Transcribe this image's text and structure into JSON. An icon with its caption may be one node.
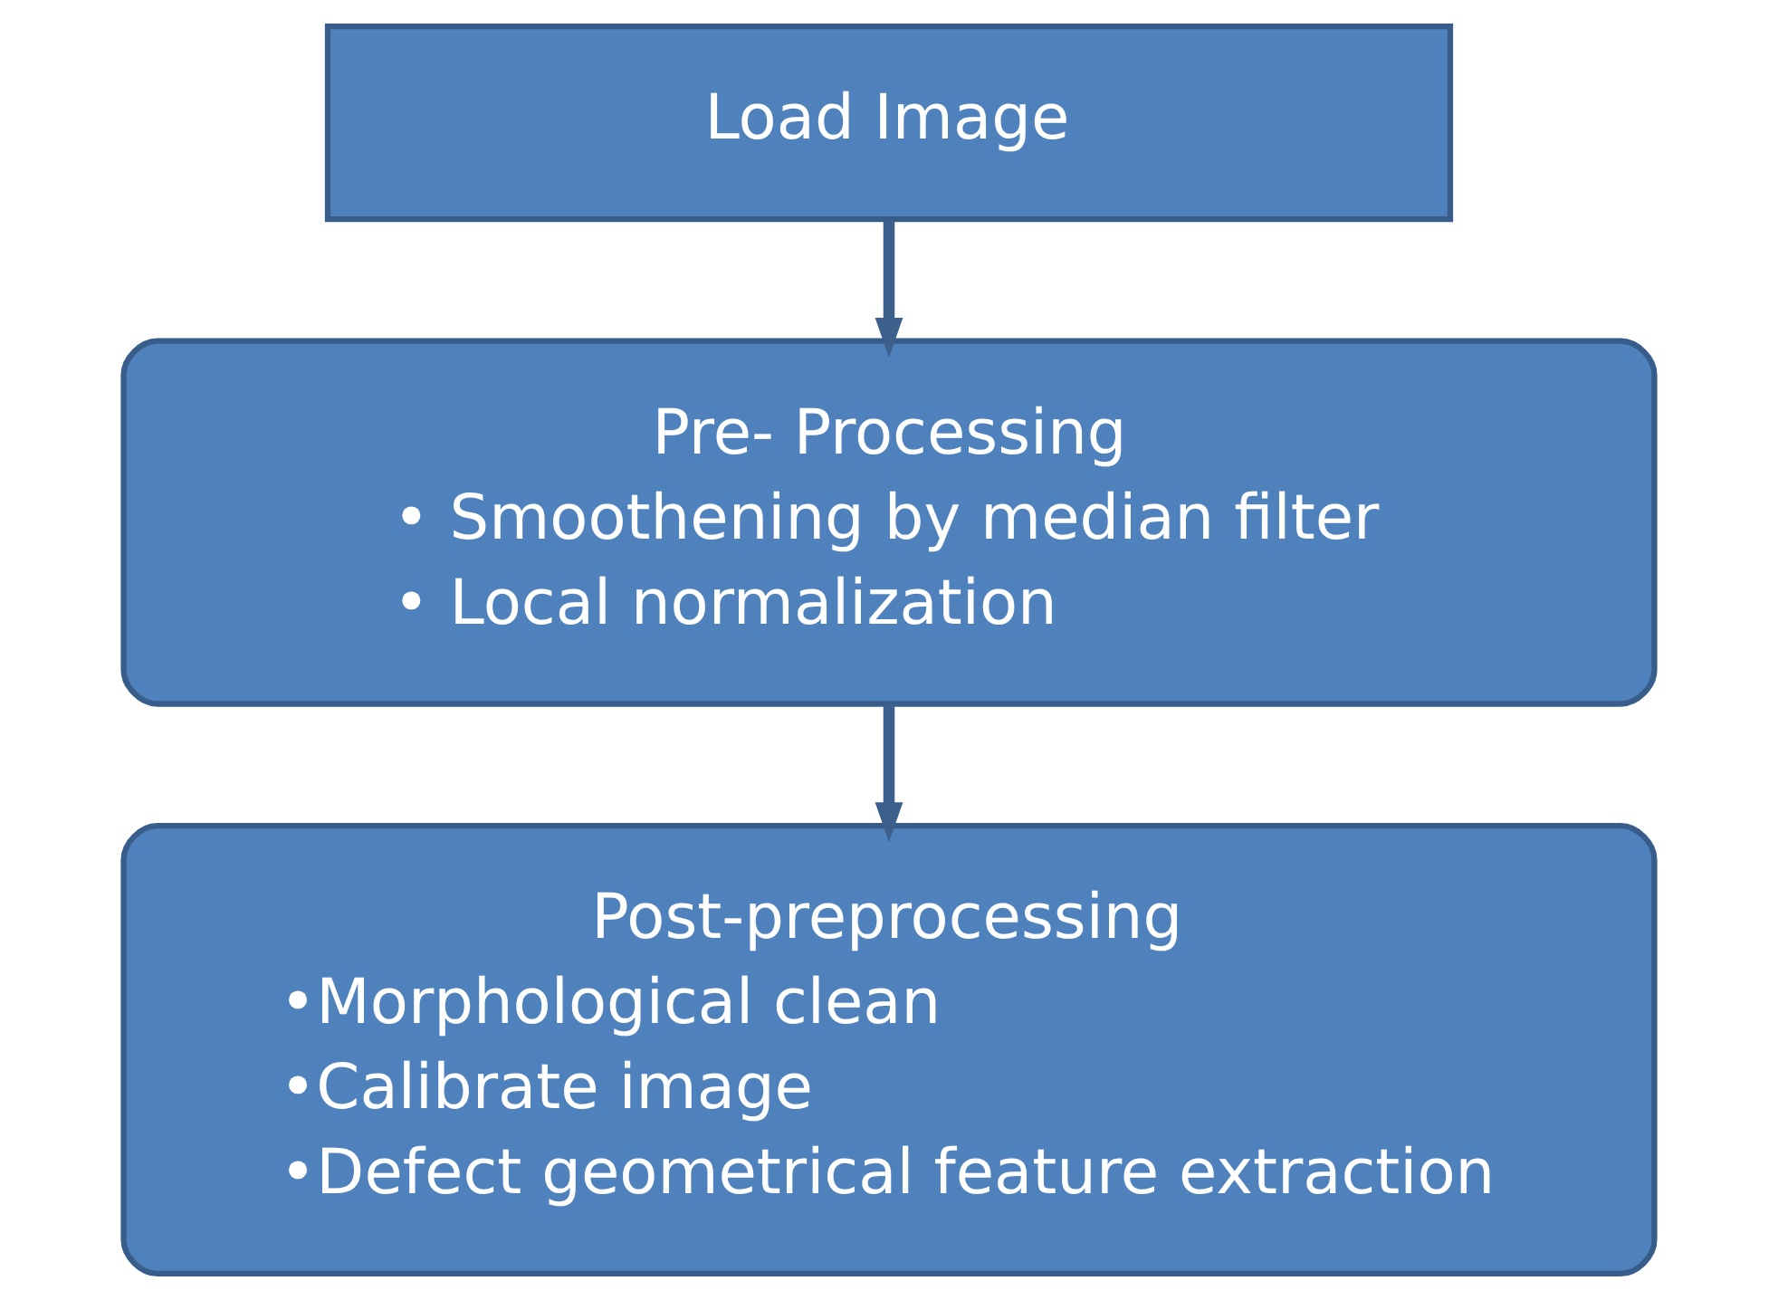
{
  "diagram": {
    "nodes": [
      {
        "text": [
          "Load Image"
        ]
      },
      {
        "text": [
          "Pre- Processing",
          "• Smoothening by median filter",
          "• Local normalization"
        ]
      },
      {
        "text": [
          "Post-preprocessing",
          "•Morphological clean",
          "•Calibrate image",
          "•Defect geometrical feature extraction"
        ]
      }
    ],
    "edges": [
      {
        "from": 0,
        "to": 1,
        "arrow": "to"
      },
      {
        "from": 1,
        "to": 2,
        "arrow": "to"
      }
    ]
  }
}
